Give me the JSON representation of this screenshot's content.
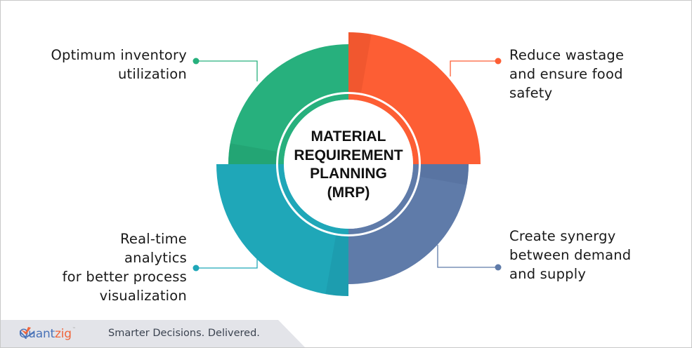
{
  "center": {
    "title": "MATERIAL\nREQUIREMENT\nPLANNING\n(MRP)"
  },
  "segments": [
    {
      "id": "top-left",
      "label": "Optimum inventory\nutilization",
      "color": "#27b07d",
      "shade": "#1f9a6b"
    },
    {
      "id": "top-right",
      "label": "Reduce wastage\nand ensure food\nsafety",
      "color": "#fd5e34",
      "shade": "#e24f2a"
    },
    {
      "id": "bottom-right",
      "label": "Create synergy\nbetween demand\nand supply",
      "color": "#5f7ba9",
      "shade": "#536d98"
    },
    {
      "id": "bottom-left",
      "label": "Real-time\nanalytics\nfor better process\nvisualization",
      "color": "#1fa7b8",
      "shade": "#1a93a3"
    }
  ],
  "footer": {
    "brand_part1": "Quant",
    "brand_part2": "zig",
    "trademark": "™",
    "tagline": "Smarter Decisions. Delivered.",
    "logo_icon": "book-icon"
  },
  "colors": {
    "footer_bg": "#e3e4e9",
    "brand_blue": "#4a73b8",
    "brand_orange": "#f0653a",
    "border": "#c8c8c8"
  }
}
